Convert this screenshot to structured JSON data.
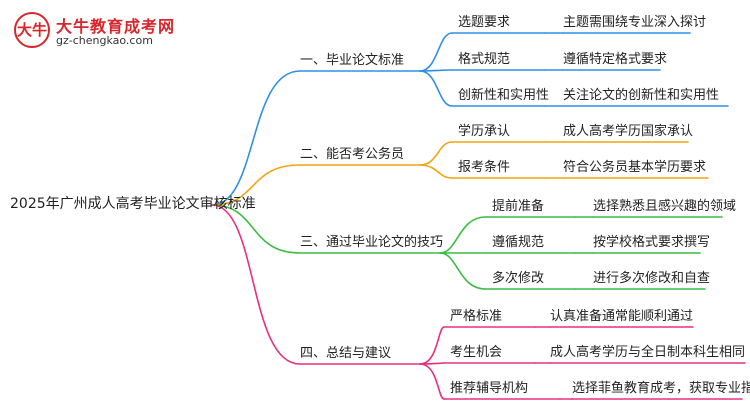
{
  "logo": {
    "mark": "大牛",
    "title": "大牛教育成考网",
    "url": "gz-chengkao.com"
  },
  "root": "2025年广州成人高考毕业论文审核标准",
  "colors": {
    "b0": "#2f8fe8",
    "b1": "#f0a40f",
    "b2": "#3cbc45",
    "b3": "#e8307e"
  },
  "branches": [
    {
      "label": "一、毕业论文标准",
      "items": [
        {
          "label": "选题要求",
          "detail": "主题需围绕专业深入探讨"
        },
        {
          "label": "格式规范",
          "detail": "遵循特定格式要求"
        },
        {
          "label": "创新性和实用性",
          "detail": "关注论文的创新性和实用性"
        }
      ]
    },
    {
      "label": "二、能否考公务员",
      "items": [
        {
          "label": "学历承认",
          "detail": "成人高考学历国家承认"
        },
        {
          "label": "报考条件",
          "detail": "符合公务员基本学历要求"
        }
      ]
    },
    {
      "label": "三、通过毕业论文的技巧",
      "items": [
        {
          "label": "提前准备",
          "detail": "选择熟悉且感兴趣的领域"
        },
        {
          "label": "遵循规范",
          "detail": "按学校格式要求撰写"
        },
        {
          "label": "多次修改",
          "detail": "进行多次修改和自查"
        }
      ]
    },
    {
      "label": "四、总结与建议",
      "items": [
        {
          "label": "严格标准",
          "detail": "认真准备通常能顺利通过"
        },
        {
          "label": "考生机会",
          "detail": "成人高考学历与全日制本科生相同"
        },
        {
          "label": "推荐辅导机构",
          "detail": "选择菲鱼教育成考，获取专业指导"
        }
      ]
    }
  ]
}
